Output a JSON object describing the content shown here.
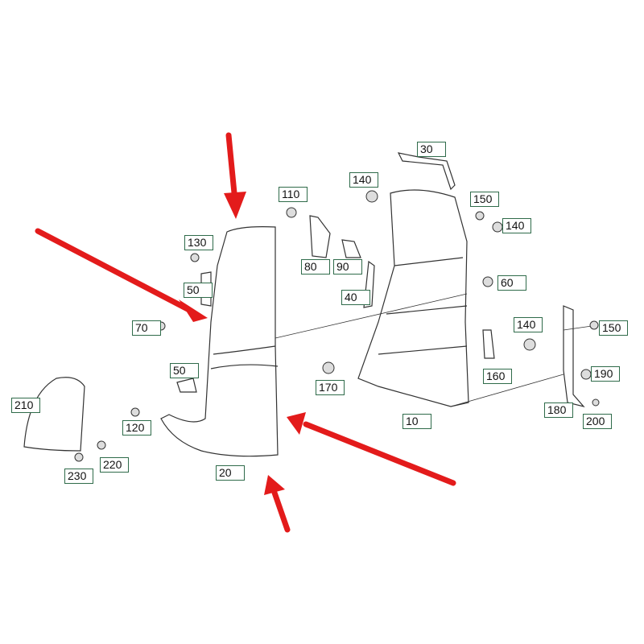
{
  "diagram": {
    "labels": [
      "30",
      "140",
      "110",
      "150",
      "140",
      "130",
      "80",
      "90",
      "50",
      "40",
      "60",
      "70",
      "140",
      "150",
      "50",
      "160",
      "190",
      "170",
      "210",
      "120",
      "180",
      "10",
      "200",
      "220",
      "230",
      "20"
    ],
    "arrow_color": "#e31b1b",
    "label_border_color": "#2f6b4a"
  }
}
